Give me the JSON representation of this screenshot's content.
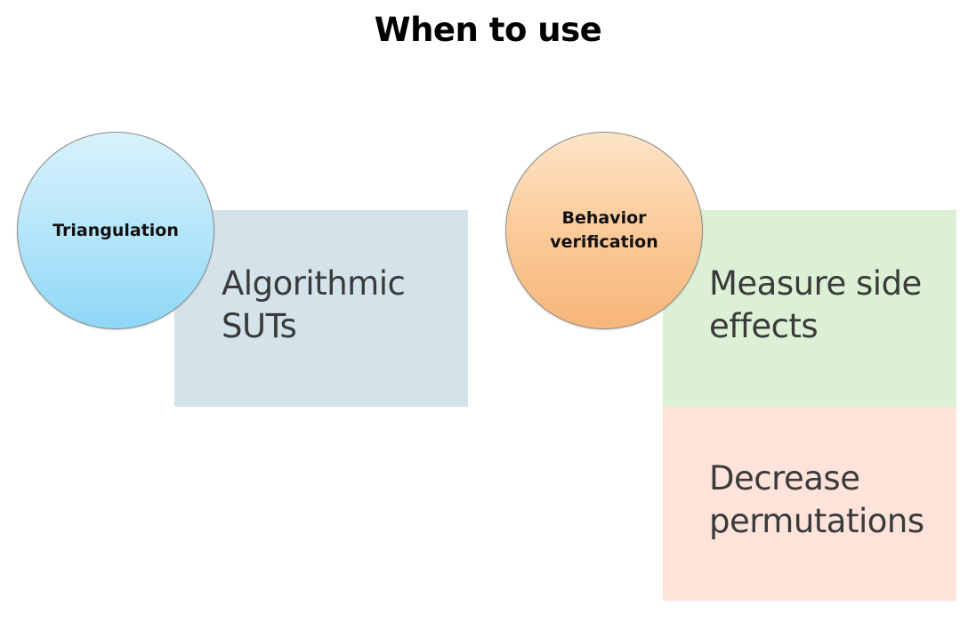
{
  "title": "When to use",
  "groups": [
    {
      "circle_label": "Triangulation",
      "box": {
        "lines": [
          "Algorithmic",
          "SUTs"
        ],
        "color": "#d4e3ea"
      },
      "circle_colors": [
        "#d6f1fb",
        "#8fd8f8"
      ]
    },
    {
      "circle_label_lines": [
        "Behavior",
        "verification"
      ],
      "boxes": [
        {
          "lines": [
            "Measure side",
            "effects"
          ],
          "color": "#dcf0d6"
        },
        {
          "lines": [
            "Decrease",
            "permutations"
          ],
          "color": "#fde3da"
        }
      ],
      "circle_colors": [
        "#fde2c4",
        "#f8b87d"
      ]
    }
  ]
}
